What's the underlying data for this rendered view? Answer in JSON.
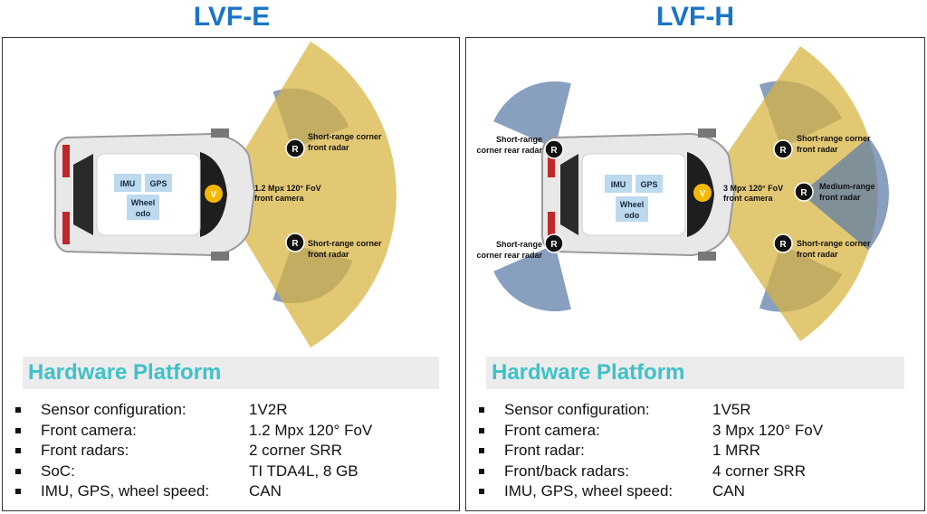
{
  "colors": {
    "title": "#1a74c7",
    "section_heading": "#3fc1c9",
    "camera_fov": "#d8b33d",
    "radar": "#5a7aa8",
    "sensor_box": "#bcd9ef",
    "camera_dot": "#f5b800",
    "radar_dot": "#111111"
  },
  "left": {
    "title": "LVF-E",
    "icons": {
      "car": "car-top-view-icon",
      "camera": "camera-dot-icon",
      "radar": "radar-dot-icon"
    },
    "camera": {
      "badge": "V",
      "label": [
        "1.2 Mpx 120° FoV",
        "front camera"
      ]
    },
    "radars": [
      {
        "badge": "R",
        "label": [
          "Short-range corner",
          "front radar"
        ]
      },
      {
        "badge": "R",
        "label": [
          "Short-range corner",
          "front radar"
        ]
      }
    ],
    "boxes": {
      "imu": "IMU",
      "gps": "GPS",
      "wheel": [
        "Wheel",
        "odo"
      ]
    },
    "section_heading": "Hardware Platform",
    "specs": [
      {
        "key": "Sensor configuration:",
        "value": "1V2R"
      },
      {
        "key": "Front camera:",
        "value": "1.2 Mpx 120° FoV"
      },
      {
        "key": "Front radars:",
        "value": "2 corner SRR"
      },
      {
        "key": "SoC:",
        "value": "TI TDA4L, 8 GB"
      },
      {
        "key": "IMU, GPS, wheel speed:",
        "value": "CAN"
      }
    ]
  },
  "right": {
    "title": "LVF-H",
    "icons": {
      "car": "car-top-view-icon",
      "camera": "camera-dot-icon",
      "radar": "radar-dot-icon"
    },
    "camera": {
      "badge": "V",
      "label": [
        "3 Mpx 120° FoV",
        "front camera"
      ]
    },
    "radars": [
      {
        "badge": "R",
        "label": [
          "Short-range corner",
          "front radar"
        ]
      },
      {
        "badge": "R",
        "label": [
          "Medium-range",
          "front radar"
        ]
      },
      {
        "badge": "R",
        "label": [
          "Short-range corner",
          "front radar"
        ]
      },
      {
        "badge": "R",
        "label": [
          "Short-range",
          "corner rear radar"
        ]
      },
      {
        "badge": "R",
        "label": [
          "Short-range",
          "corner rear radar"
        ]
      }
    ],
    "boxes": {
      "imu": "IMU",
      "gps": "GPS",
      "wheel": [
        "Wheel",
        "odo"
      ]
    },
    "section_heading": "Hardware Platform",
    "specs": [
      {
        "key": "Sensor configuration:",
        "value": "1V5R"
      },
      {
        "key": "Front camera:",
        "value": "3 Mpx 120° FoV"
      },
      {
        "key": "Front radar:",
        "value": "1 MRR"
      },
      {
        "key": "Front/back radars:",
        "value": "4 corner SRR"
      },
      {
        "key": "IMU, GPS, wheel speed:",
        "value": "CAN"
      }
    ]
  }
}
